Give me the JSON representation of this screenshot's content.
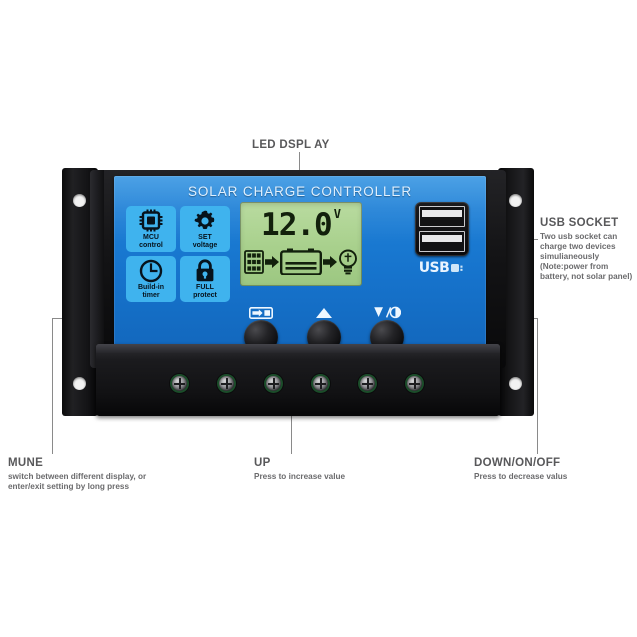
{
  "device": {
    "brand_title": "SOLAR CHARGE CONTROLLER",
    "badges": [
      {
        "icon": "chip-icon",
        "line1": "MCU",
        "line2": "control"
      },
      {
        "icon": "gear-icon",
        "line1": "SET",
        "line2": "voltage"
      },
      {
        "icon": "clock-icon",
        "line1": "Build-in",
        "line2": "timer"
      },
      {
        "icon": "lock-icon",
        "line1": "FULL",
        "line2": "protect"
      }
    ],
    "lcd": {
      "value": "12.0",
      "unit": "V",
      "flow_icons": [
        "solar-panel-icon",
        "arrow-right-icon",
        "battery-icon",
        "arrow-right-icon",
        "light-bulb-icon"
      ]
    },
    "usb": {
      "logo_text": "USB",
      "port_count": 2
    },
    "buttons": [
      {
        "name": "menu-button",
        "glyph": "screen-menu-icon"
      },
      {
        "name": "up-button",
        "glyph": "triangle-up-icon"
      },
      {
        "name": "down-button",
        "glyph": "triangle-down-power-icon"
      }
    ],
    "terminal_screw_count": 6
  },
  "callouts": {
    "led_display": {
      "title": "LED DSPL AY",
      "description": ""
    },
    "usb_socket": {
      "title": "USB SOCKET",
      "description": "Two usb socket can charge two devices simulianeously (Note:power from battery, not solar panel)"
    },
    "mune": {
      "title": "MUNE",
      "description": "switch between different display, or enter/exit setting by long press"
    },
    "up": {
      "title": "UP",
      "description": "Press to increase value"
    },
    "down": {
      "title": "DOWN/ON/OFF",
      "description": "Press to decrease valus"
    }
  },
  "colors": {
    "faceplate_blue": "#1d7fd6",
    "badge_blue": "#3fb3ee",
    "lcd_green": "#a8d08c",
    "leader_gray": "#8a8a8a",
    "title_gray": "#58585a",
    "body_black": "#131315"
  }
}
